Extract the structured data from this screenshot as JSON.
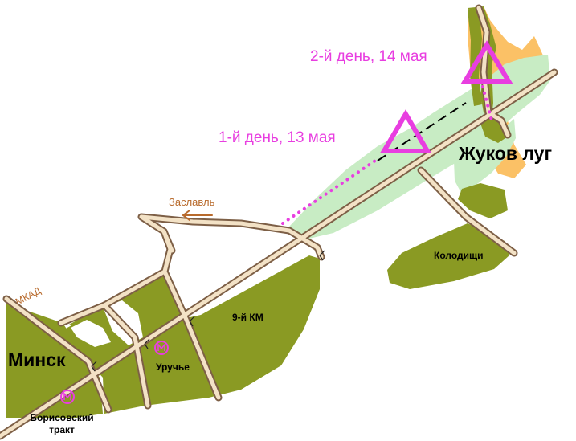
{
  "colors": {
    "forest": "#8a9a23",
    "meadow": "#c8ecc4",
    "sand": "#fbc166",
    "road_fill": "#f3e2c6",
    "road_edge": "#7d5f46",
    "marker": "#e83ee0",
    "road_label": "#b86a2c",
    "background": "#ffffff"
  },
  "labels": {
    "day2": "2-й день, 14 мая",
    "day1": "1-й день, 13 мая",
    "zhukov_lug": "Жуков луг",
    "kolodishchi": "Колодищи",
    "zaslavl": "Заславль",
    "mkad": "МКАД",
    "km9": "9-й КМ",
    "minsk": "Минск",
    "uruchye": "Уручье",
    "borisovsky_line1": "Борисовский",
    "borisovsky_line2": "тракт"
  },
  "icons": {
    "camp": "triangle-outline-icon",
    "metro": "metro-m-icon",
    "direction": "arrow-left-icon"
  }
}
